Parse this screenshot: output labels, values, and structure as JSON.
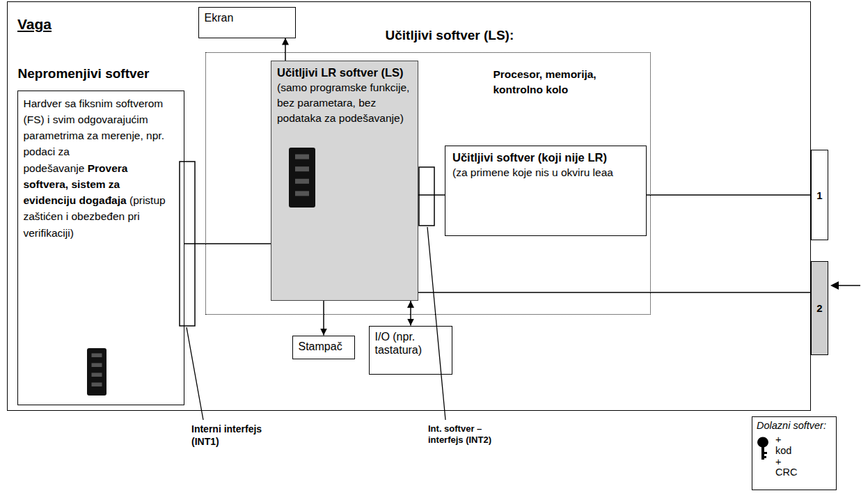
{
  "diagram": {
    "nodes": [
      {
        "text": [
          "Vaga"
        ]
      },
      {
        "text": [
          "Ekran"
        ],
        "in": 0
      },
      {
        "text": [
          "Nepromenjivi softver",
          "Hardver sa fiksnim softverom (FS) i svim odgovarajućim parametrima za merenje, npr. podaci za podešavanje",
          "Provera softvera, sistem za evidenciju događaja",
          "(pristup zaštićen i obezbeđen pri verifikaciji)"
        ],
        "in": 0
      },
      {
        "text": [
          "Učitljivi softver (LS):",
          "Procesor, memorija, kontrolno kolo"
        ],
        "in": 0
      },
      {
        "text": [
          "Učitljivi LR softver (LS)",
          "(samo programske funkcije, bez parametara, bez podataka za podešavanje)"
        ],
        "in": 3
      },
      {
        "text": [
          "Učitljivi softver (koji nije LR)",
          "(za primene koje nis u okviru leaa"
        ],
        "in": 3
      },
      {
        "text": [
          "Stampač"
        ],
        "in": 0
      },
      {
        "text": [
          "I/O (npr. tastatura)"
        ],
        "in": 0
      },
      {
        "text": [
          "1"
        ]
      },
      {
        "text": [
          "2"
        ]
      },
      {
        "text": [
          "Dolazni softver:",
          "+",
          "kod",
          "+",
          "CRC"
        ]
      }
    ],
    "edges": [
      {
        "from": 4,
        "to": 1,
        "arrow": "to"
      },
      {
        "from": 2,
        "to": 4,
        "arrow": "none"
      },
      {
        "from": 4,
        "to": 5,
        "arrow": "none"
      },
      {
        "from": 5,
        "to": 8,
        "arrow": "none"
      },
      {
        "from": 4,
        "to": 9,
        "arrow": "none"
      },
      {
        "from": 4,
        "to": 6,
        "arrow": "to"
      },
      {
        "from": 4,
        "to": 7,
        "arrow": "both"
      }
    ],
    "labels": [
      "Interni interfejs (INT1)",
      "Int. softver – interfejs (INT2)"
    ]
  }
}
